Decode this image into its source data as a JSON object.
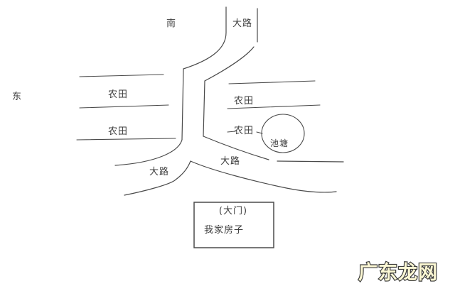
{
  "compass": {
    "south": "南",
    "east": "东"
  },
  "roads": {
    "top_label": "大路",
    "left_label": "大路",
    "right_label": "大路"
  },
  "fields": {
    "left_1": "农田",
    "left_2": "农田",
    "right_1": "农田",
    "right_2": "农田"
  },
  "pond": {
    "label": "池塘"
  },
  "house": {
    "gate_label": "(大门)",
    "name_label": "我家房子"
  },
  "watermark": {
    "text": "广东龙网"
  },
  "colors": {
    "background": "#ffffff",
    "line": "#4a4a4a",
    "watermark_fill": "#fcf8d4",
    "watermark_outline": "#3c3c3c"
  }
}
